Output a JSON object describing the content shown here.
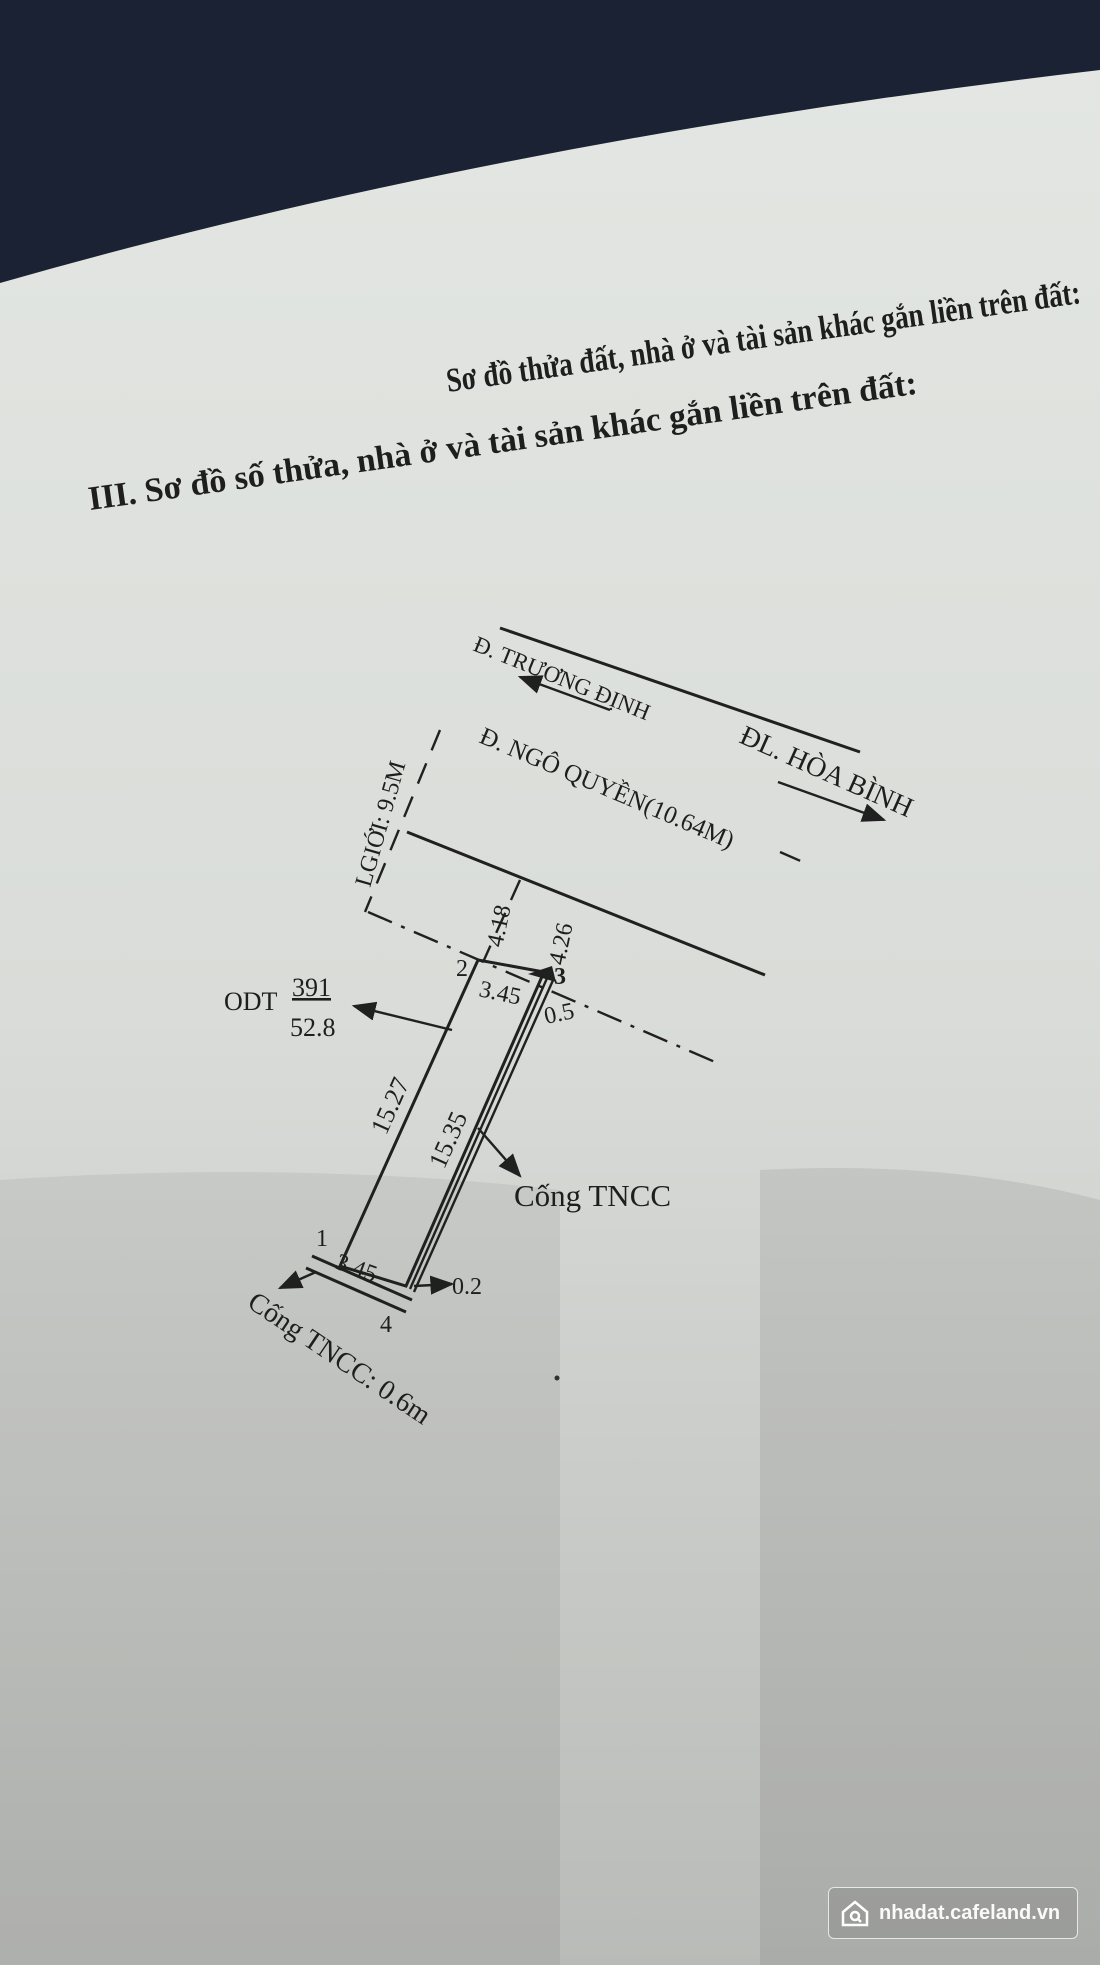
{
  "heading": {
    "line1": "Sơ đồ thửa đất, nhà ở và tài sản khác gắn liền trên đất:",
    "line2": "III. Sơ đồ số thửa, nhà ở và tài sản khác gắn liền trên đất:"
  },
  "streets": {
    "truong_dinh": "Đ. TRƯƠNG ĐỊNH",
    "hoa_binh": "ĐL. HÒA BÌNH",
    "ngo_quyen": "Đ. NGÔ QUYỀN(10.64M)",
    "lo_gioi": "LGIỚI: 9.5M"
  },
  "parcel": {
    "land_type": "ODT",
    "parcel_number": "391",
    "area": "52.8",
    "left_side": "15.27",
    "right_side": "15.35",
    "top_width": "3.45",
    "bottom_width": "3.45",
    "setback_left": "4.18",
    "setback_right": "4.26",
    "offset_top": "0.5",
    "offset_bottom": "0.2",
    "corner_1": "1",
    "corner_2": "2",
    "corner_3": "3",
    "corner_4": "4"
  },
  "annotations": {
    "drain_right": "Cống TNCC",
    "drain_bottom": "Cống TNCC: 0.6m"
  },
  "watermark": {
    "text": "nhadat.cafeland.vn",
    "icon": "house-logo-icon"
  }
}
